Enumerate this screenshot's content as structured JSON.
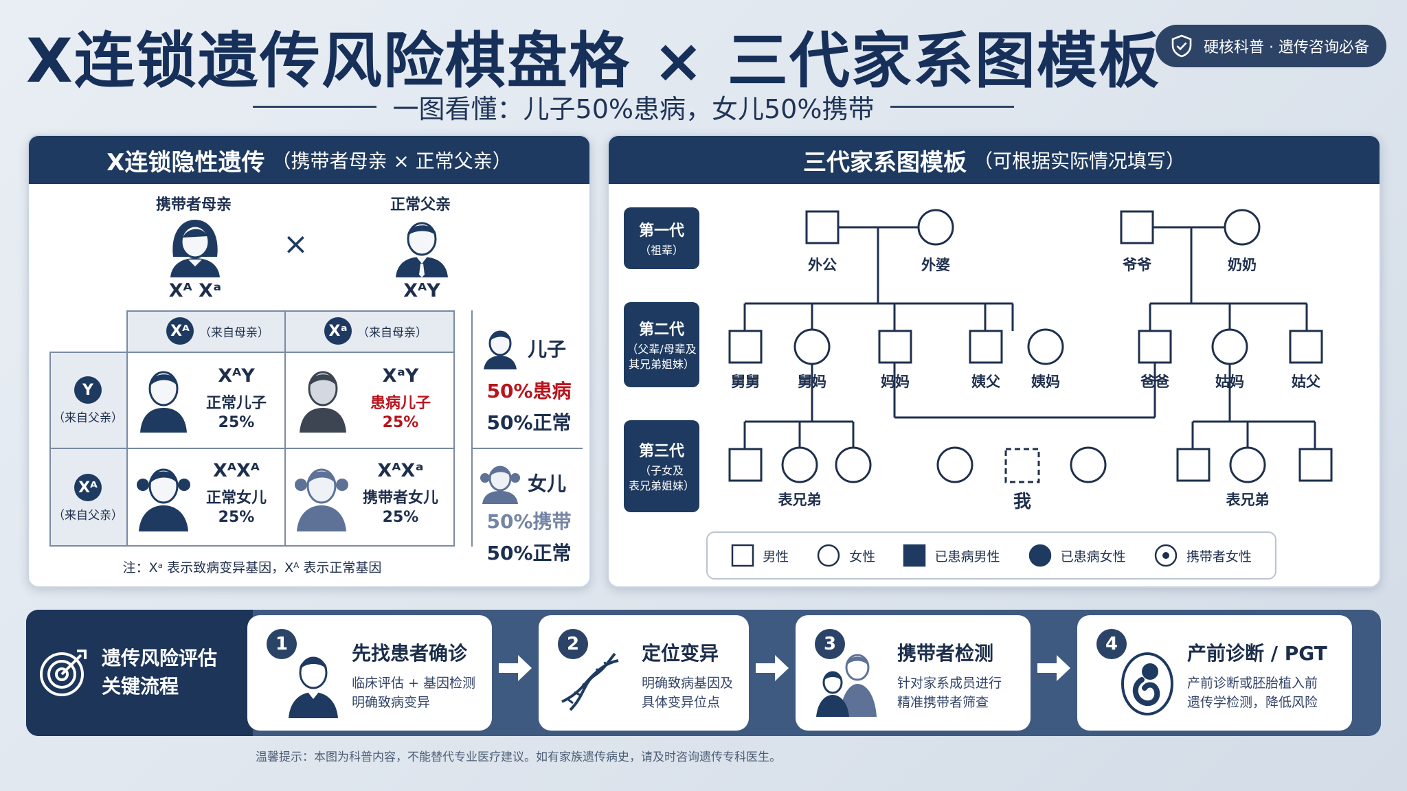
{
  "header": {
    "title": "X连锁遗传风险棋盘格 × 三代家系图模板",
    "subtitle": "一图看懂：儿子50%患病，女儿50%携带",
    "badge": "硬核科普 · 遗传咨询必备"
  },
  "left_panel": {
    "title": "X连锁隐性遗传",
    "title_sub": "（携带者母亲 × 正常父亲）",
    "mother_label": "携带者母亲",
    "mother_geno": "Xᴬ Xᵃ",
    "father_label": "正常父亲",
    "father_geno": "XᴬY",
    "cross": "×",
    "col_headers": [
      {
        "allele": "Xᴬ",
        "label": "（来自母亲）"
      },
      {
        "allele": "Xᵃ",
        "label": "（来自母亲）"
      }
    ],
    "row_headers": [
      {
        "allele": "Y",
        "label": "（来自父亲）"
      },
      {
        "allele": "Xᴬ",
        "label": "（来自父亲）"
      }
    ],
    "cells": [
      {
        "geno": "XᴬY",
        "label": "正常儿子",
        "pct": "25%"
      },
      {
        "geno": "XᵃY",
        "label": "患病儿子",
        "pct": "25%"
      },
      {
        "geno": "XᴬXᴬ",
        "label": "正常女儿",
        "pct": "25%"
      },
      {
        "geno": "XᴬXᵃ",
        "label": "携带者女儿",
        "pct": "25%"
      }
    ],
    "summary_son": {
      "label": "儿子",
      "l1": "50%患病",
      "l2": "50%正常"
    },
    "summary_daughter": {
      "label": "女儿",
      "l1": "50%携带",
      "l2": "50%正常"
    },
    "note": "注：Xᵃ 表示致病变异基因，Xᴬ 表示正常基因"
  },
  "right_panel": {
    "title": "三代家系图模板",
    "title_sub": "（可根据实际情况填写）",
    "generations": [
      {
        "name": "第一代",
        "sub": "（祖辈）"
      },
      {
        "name": "第二代",
        "sub": "（父辈/母辈及\n其兄弟姐妹）"
      },
      {
        "name": "第三代",
        "sub": "（子女及\n表兄弟姐妹）"
      }
    ],
    "gen1_names": [
      "外公",
      "外婆",
      "爷爷",
      "奶奶"
    ],
    "gen2_names": [
      "舅舅",
      "舅妈",
      "妈妈",
      "姨父",
      "姨妈",
      "爸爸",
      "姑妈",
      "姑父"
    ],
    "gen3_names": [
      "表兄弟",
      "我",
      "表兄弟"
    ],
    "legend": [
      "男性",
      "女性",
      "已患病男性",
      "已患病女性",
      "携带者女性"
    ]
  },
  "flow": {
    "title_l1": "遗传风险评估",
    "title_l2": "关键流程",
    "steps": [
      {
        "num": "1",
        "title": "先找患者确诊",
        "d1": "临床评估 + 基因检测",
        "d2": "明确致病变异"
      },
      {
        "num": "2",
        "title": "定位变异",
        "d1": "明确致病基因及",
        "d2": "具体变异位点"
      },
      {
        "num": "3",
        "title": "携带者检测",
        "d1": "针对家系成员进行",
        "d2": "精准携带者筛查"
      },
      {
        "num": "4",
        "title": "产前诊断 / PGT",
        "d1": "产前诊断或胚胎植入前",
        "d2": "遗传学检测，降低风险"
      }
    ]
  },
  "footer": "温馨提示：本图为科普内容，不能替代专业医疗建议。如有家族遗传病史，请及时咨询遗传专科医生。",
  "colors": {
    "navy": "#1e3a60",
    "accent_red": "#b8141c",
    "panel_bg": "#ffffff"
  },
  "icons": [
    "shield-check-icon",
    "target-icon",
    "dna-icon",
    "fetus-icon",
    "person-icon",
    "family-icon"
  ]
}
